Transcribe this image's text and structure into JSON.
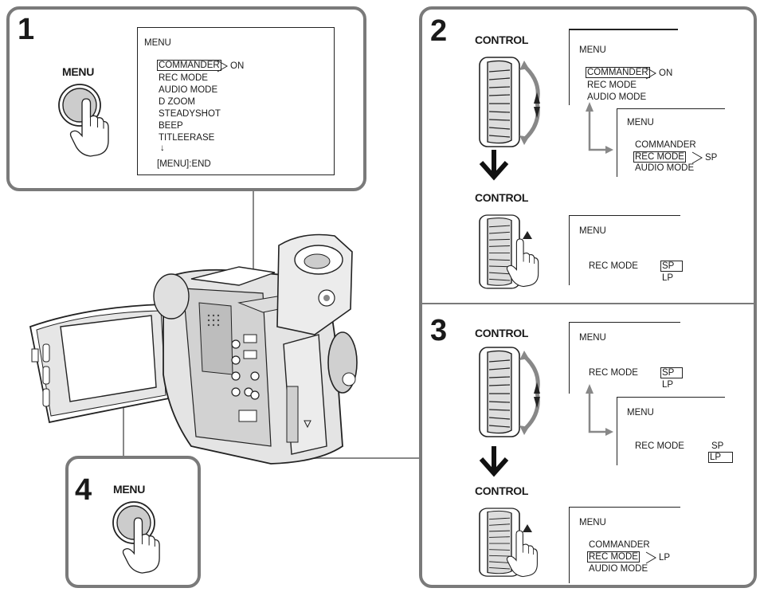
{
  "step1": {
    "number": "1",
    "button_label": "MENU",
    "menu": {
      "title": "MENU",
      "items": [
        "COMMANDER",
        "REC MODE",
        "AUDIO MODE",
        "D ZOOM",
        "STEADYSHOT",
        "BEEP",
        "TITLEERASE"
      ],
      "selected_value": "ON",
      "more_arrow": "↓",
      "end_label": "[MENU]:END"
    }
  },
  "step2": {
    "number": "2",
    "control_label_top": "CONTROL",
    "control_label_bottom": "CONTROL",
    "screen_a": {
      "title": "MENU",
      "items": [
        "COMMANDER",
        "REC MODE",
        "AUDIO MODE"
      ],
      "value": "ON"
    },
    "screen_b": {
      "title": "MENU",
      "items": [
        "COMMANDER",
        "REC MODE",
        "AUDIO MODE"
      ],
      "value": "SP"
    },
    "screen_c": {
      "title": "MENU",
      "setting": "REC MODE",
      "options": [
        "SP",
        "LP"
      ]
    }
  },
  "step3": {
    "number": "3",
    "control_label_top": "CONTROL",
    "control_label_bottom": "CONTROL",
    "screen_a": {
      "title": "MENU",
      "setting": "REC MODE",
      "options": [
        "SP",
        "LP"
      ]
    },
    "screen_b": {
      "title": "MENU",
      "setting": "REC MODE",
      "options": [
        "SP",
        "LP"
      ]
    },
    "screen_c": {
      "title": "MENU",
      "items": [
        "COMMANDER",
        "REC MODE",
        "AUDIO MODE"
      ],
      "value": "LP"
    }
  },
  "step4": {
    "number": "4",
    "button_label": "MENU"
  },
  "colors": {
    "panel_border": "#7a7a7a",
    "line": "#222222",
    "dial_fill": "#dddddd",
    "camera_fill": "#cfcfcf"
  }
}
